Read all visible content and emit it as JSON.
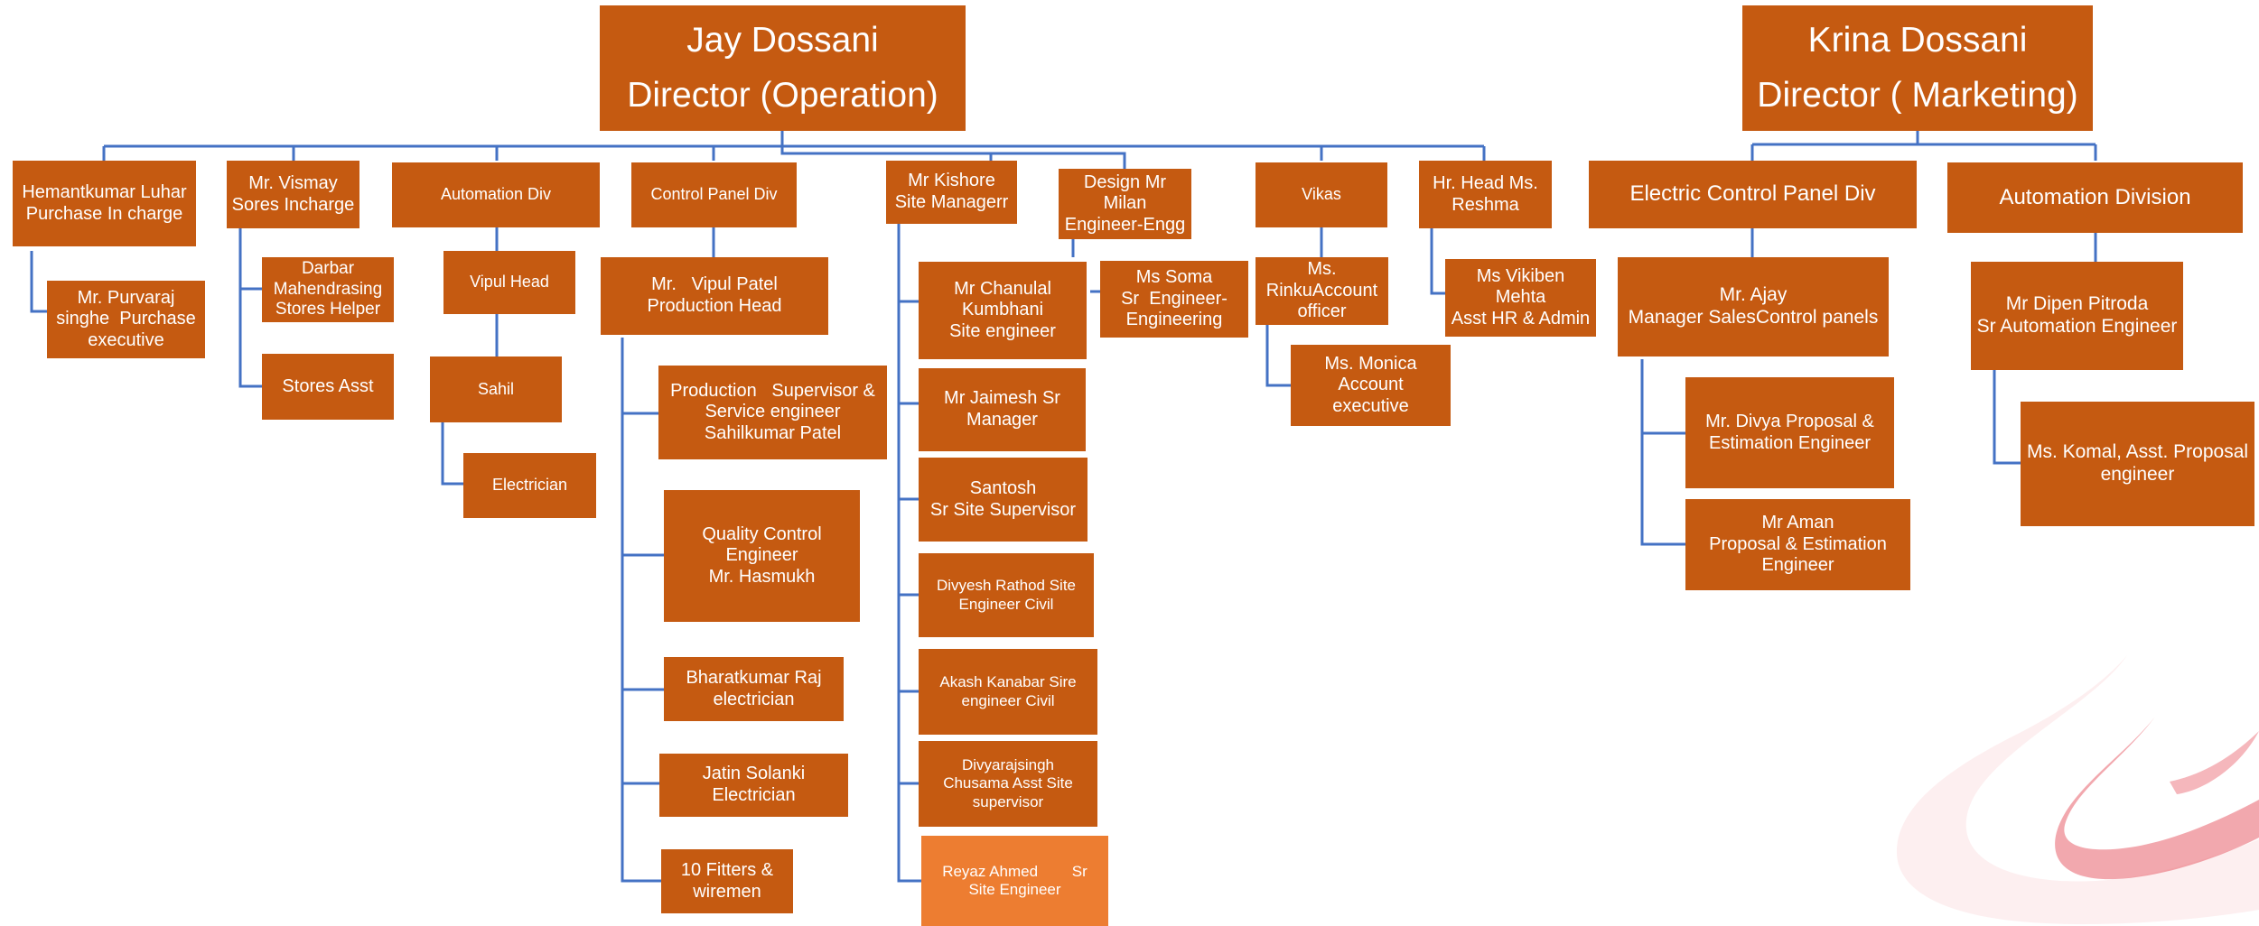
{
  "directors": {
    "jay": [
      "Jay Dossani",
      "Director (Operation)"
    ],
    "krina": [
      "Krina Dossani",
      "Director ( Marketing)"
    ]
  },
  "operation": {
    "hemant": [
      "Hemantkumar Luhar",
      "Purchase In charge"
    ],
    "purvaraj": [
      "Mr. Purvaraj",
      "singhe  Purchase",
      "executive"
    ],
    "vismay": [
      "Mr. Vismay",
      "Sores Incharge"
    ],
    "darbar": [
      "Darbar",
      "Mahendrasing",
      "Stores Helper"
    ],
    "stores_asst": [
      "Stores Asst"
    ],
    "automation_div": [
      "Automation Div"
    ],
    "vipul_head": [
      "Vipul Head"
    ],
    "sahil": [
      "Sahil"
    ],
    "electrician": [
      "Electrician"
    ],
    "control_panel_div": [
      "Control Panel Div"
    ],
    "vipul_patel": [
      "Mr.   Vipul Patel",
      "Production Head"
    ],
    "production_supervisor": [
      "Production   Supervisor &",
      "Service engineer",
      "Sahilkumar Patel"
    ],
    "quality_control": [
      "Quality Control",
      "Engineer",
      "Mr. Hasmukh"
    ],
    "bharatkumar": [
      "Bharatkumar Raj",
      "electrician"
    ],
    "jatin": [
      "Jatin Solanki",
      "Electrician"
    ],
    "fitters": [
      "10 Fitters &",
      "wiremen"
    ],
    "kishore": [
      "Mr Kishore",
      "Site Managerr"
    ],
    "chanulal": [
      "Mr Chanulal",
      "Kumbhani",
      "Site engineer"
    ],
    "jaimesh": [
      "Mr Jaimesh Sr",
      "Manager"
    ],
    "santosh": [
      "Santosh",
      "Sr Site Supervisor"
    ],
    "divyesh": [
      "Divyesh Rathod Site",
      "Engineer Civil"
    ],
    "akash": [
      "Akash Kanabar Sire",
      "engineer Civil"
    ],
    "divyarajsingh": [
      "Divyarajsingh",
      "Chusama Asst Site",
      "supervisor"
    ],
    "reyaz": [
      "Reyaz Ahmed        Sr",
      "Site Engineer"
    ],
    "design_milan": [
      "Design Mr",
      "Milan",
      "Engineer-Engg"
    ],
    "soma": [
      "Ms Soma",
      "Sr  Engineer-",
      "Engineering"
    ],
    "vikas": [
      "Vikas"
    ],
    "rinku": [
      "Ms.",
      "RinkuAccount",
      "officer"
    ],
    "monica": [
      "Ms. Monica",
      "Account",
      "executive"
    ],
    "hr_head": [
      "Hr. Head Ms.",
      "Reshma"
    ],
    "vikiben": [
      "Ms Vikiben",
      "Mehta",
      "Asst HR & Admin"
    ]
  },
  "marketing": {
    "ecp_div": [
      "Electric Control Panel Div"
    ],
    "ajay": [
      "Mr. Ajay",
      "Manager SalesControl panels"
    ],
    "divya": [
      "Mr. Divya Proposal &",
      "Estimation Engineer"
    ],
    "aman": [
      "Mr Aman",
      "Proposal & Estimation",
      "Engineer"
    ],
    "automation_division": [
      "Automation Division"
    ],
    "dipen": [
      "Mr Dipen Pitroda",
      "Sr Automation Engineer"
    ],
    "komal": [
      "Ms. Komal, Asst. Proposal",
      "engineer"
    ]
  },
  "colors": {
    "box": "#c55a11",
    "box_highlight": "#ed7d31",
    "connector": "#4472c4",
    "watermark": "#e8606b"
  }
}
